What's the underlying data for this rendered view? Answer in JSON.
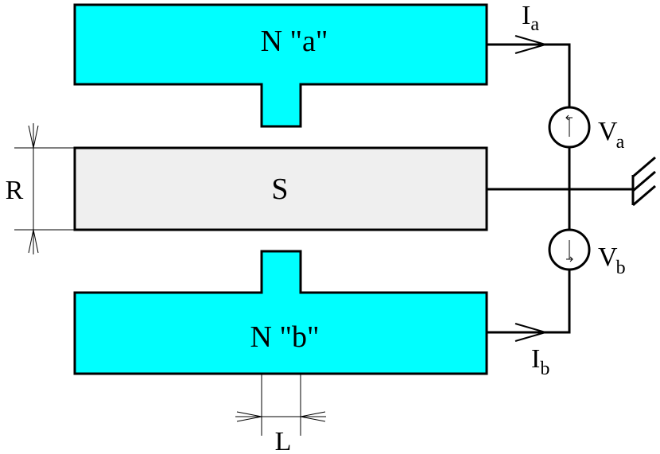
{
  "labels": {
    "electrode_a": "N \"a\"",
    "superconductor": "S",
    "electrode_b": "N \"b\"",
    "current_a": "I",
    "current_a_sub": "a",
    "current_b": "I",
    "current_b_sub": "b",
    "voltage_a": "V",
    "voltage_a_sub": "a",
    "voltage_b": "V",
    "voltage_b_sub": "b",
    "dimension_r": "R",
    "dimension_l": "L"
  },
  "colors": {
    "electrode_fill": "#00ffff",
    "superconductor_fill": "#efefef",
    "stroke": "#000000"
  }
}
